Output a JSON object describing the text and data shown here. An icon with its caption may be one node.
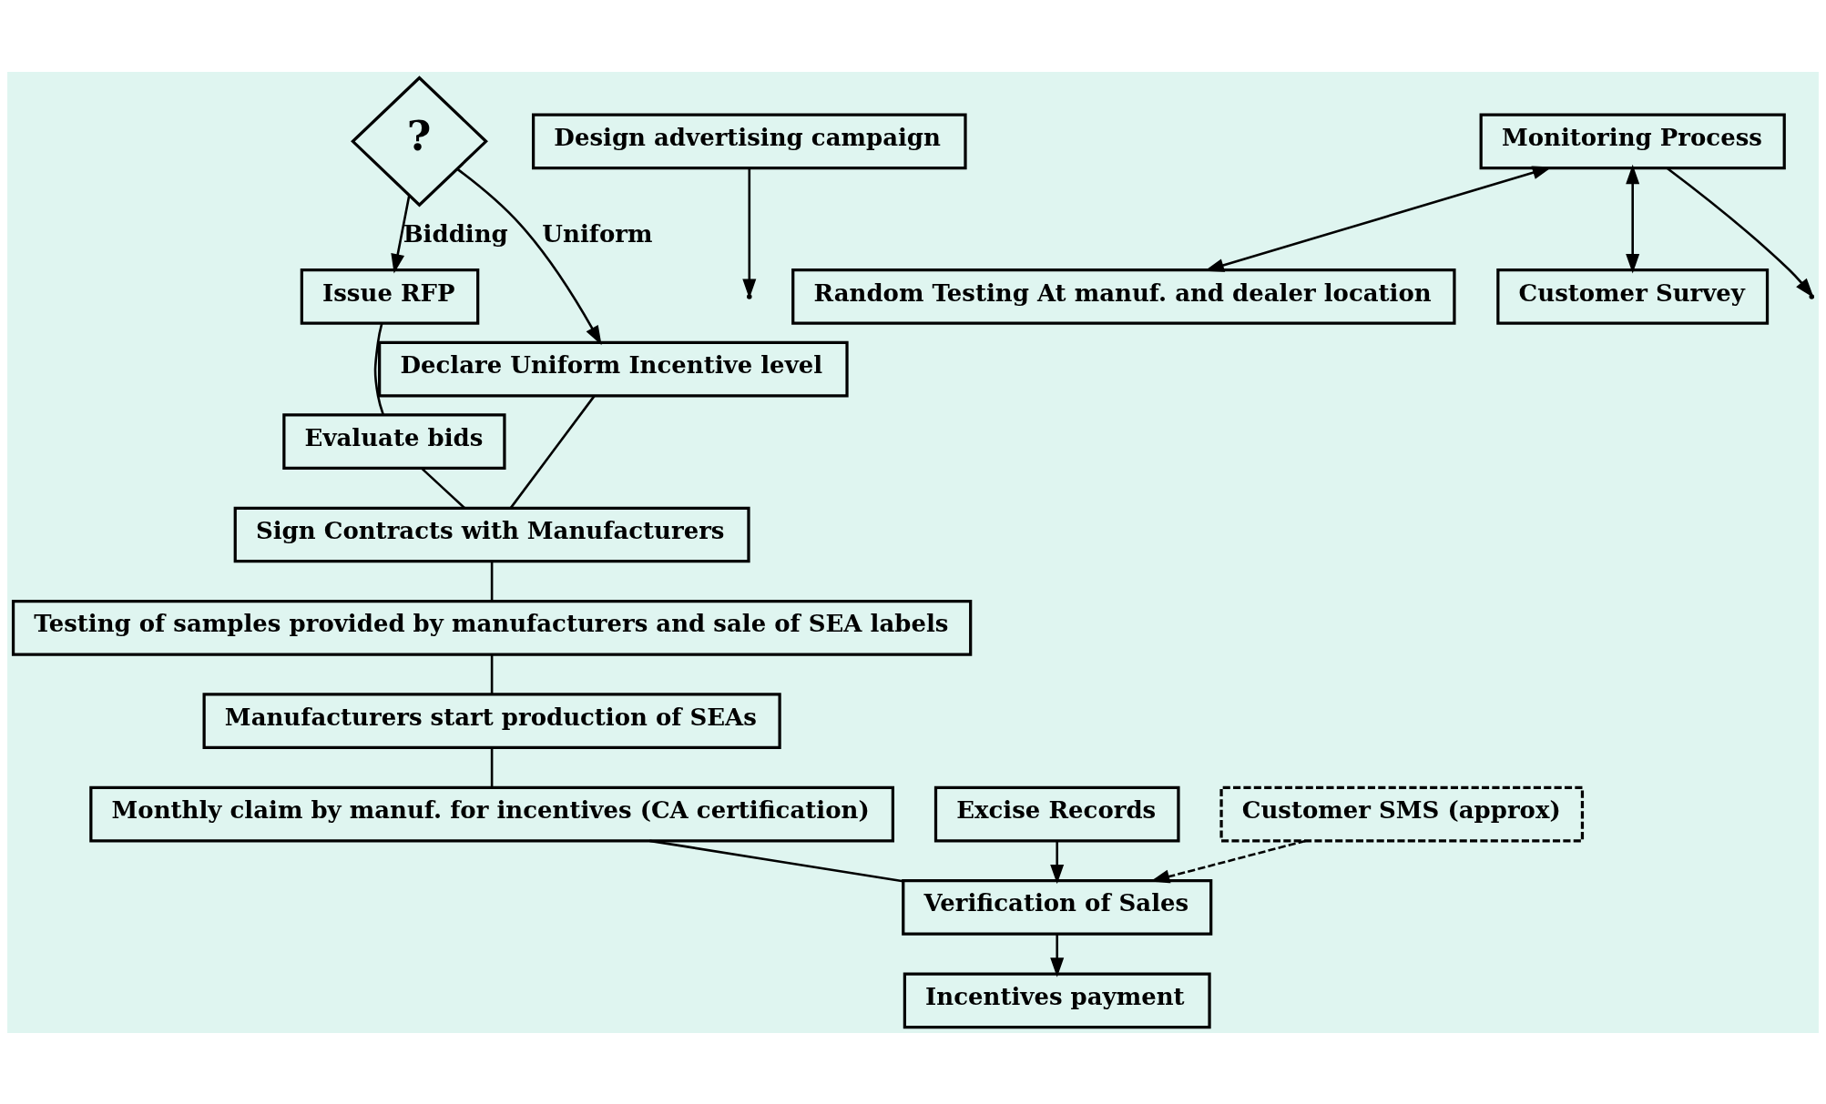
{
  "diagram": {
    "nodes": [
      {
        "text": [
          "?"
        ]
      },
      {
        "text": [
          "Issue RFP"
        ]
      },
      {
        "text": [
          "Declare Uniform Incentive level"
        ]
      },
      {
        "text": [
          "Evaluate bids"
        ]
      },
      {
        "text": [
          "Sign Contracts with Manufacturers"
        ]
      },
      {
        "text": [
          "Testing of samples provided by manufacturers and sale of SEA labels"
        ]
      },
      {
        "text": [
          "Manufacturers start production of SEAs"
        ]
      },
      {
        "text": [
          "Design advertising campaign"
        ]
      },
      {
        "text": [
          "Monthly claim by manuf. for incentives (CA certification)"
        ]
      },
      {
        "text": [
          "Random Testing At manuf. and dealer location"
        ]
      },
      {
        "text": [
          "Excise Records"
        ]
      },
      {
        "text": [
          "Verification of Sales"
        ]
      },
      {
        "text": [
          "Customer SMS (approx)"
        ]
      },
      {
        "text": [
          "Monitoring Process"
        ]
      },
      {
        "text": [
          "Incentives payment"
        ]
      },
      {
        "text": [
          "Customer Survey"
        ]
      }
    ],
    "edges": [
      {
        "from": 0,
        "to": 1,
        "arrow": "to",
        "label": "Bidding"
      },
      {
        "from": 0,
        "to": 2,
        "arrow": "to",
        "label": "Uniform"
      },
      {
        "from": 1,
        "to": 3,
        "arrow": "none"
      },
      {
        "from": 3,
        "to": 4,
        "arrow": "none"
      },
      {
        "from": 2,
        "to": 4,
        "arrow": "none"
      },
      {
        "from": 4,
        "to": 5,
        "arrow": "none"
      },
      {
        "from": 5,
        "to": 6,
        "arrow": "none"
      },
      {
        "from": 6,
        "to": 8,
        "arrow": "none"
      },
      {
        "from": 7,
        "to": null,
        "arrow": "to"
      },
      {
        "from": 8,
        "to": 11,
        "arrow": "none"
      },
      {
        "from": 10,
        "to": 11,
        "arrow": "to"
      },
      {
        "from": 12,
        "to": 11,
        "arrow": "to",
        "style": "dashed"
      },
      {
        "from": 11,
        "to": 14,
        "arrow": "to"
      },
      {
        "from": 13,
        "to": null,
        "arrow": "to"
      },
      {
        "from": 13,
        "to": 9,
        "arrow": "both"
      },
      {
        "from": 13,
        "to": 15,
        "arrow": "both"
      }
    ]
  }
}
